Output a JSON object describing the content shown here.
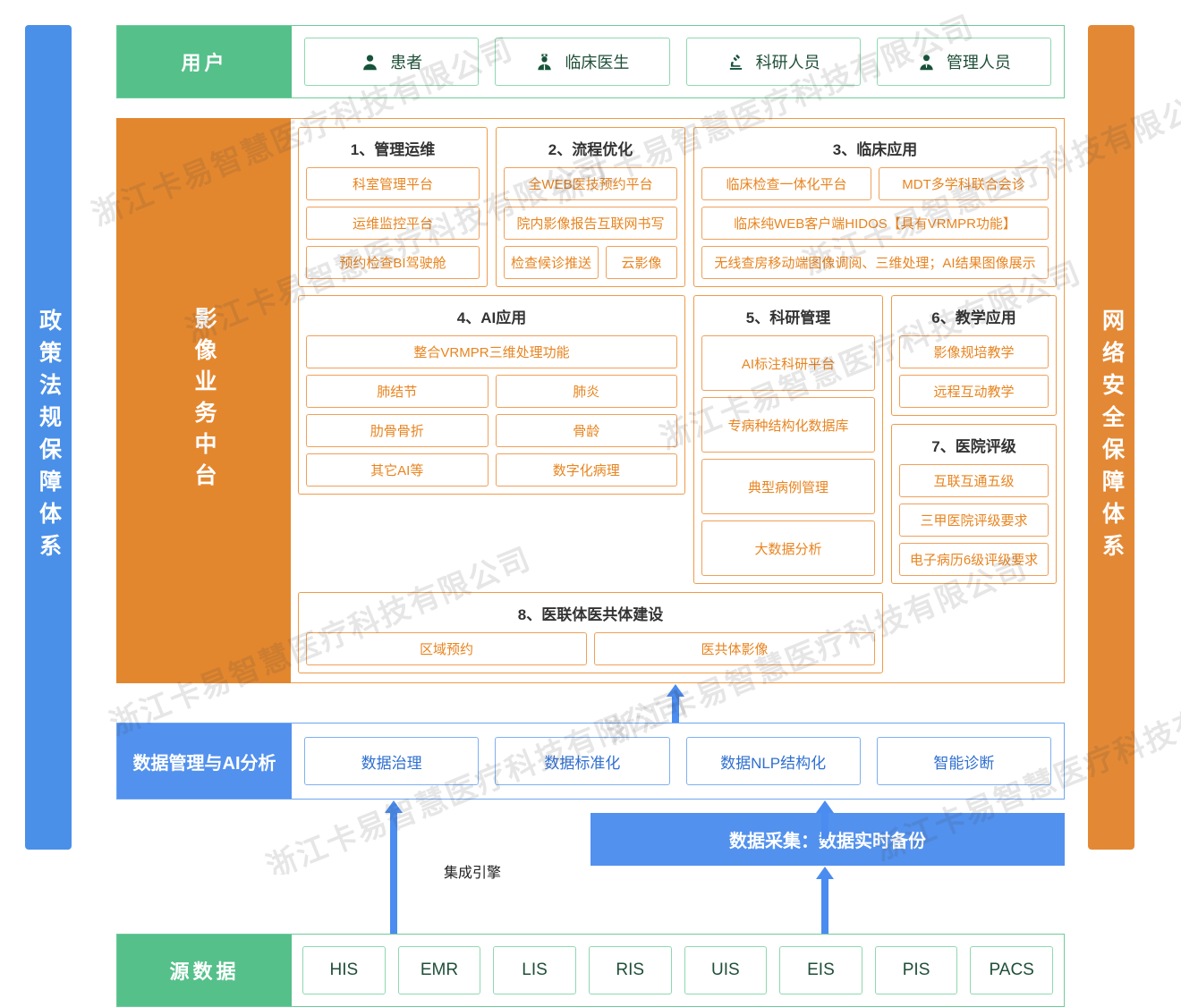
{
  "left_bar": {
    "label": "政策法规保障体系",
    "color": "#4a90e8"
  },
  "right_bar": {
    "label": "网络安全保障体系",
    "color": "#e38935"
  },
  "users_band": {
    "label": "用户",
    "color": "#55c08a",
    "items": [
      {
        "label": "患者",
        "icon": "person-icon"
      },
      {
        "label": "临床医生",
        "icon": "doctor-icon"
      },
      {
        "label": "科研人员",
        "icon": "microscope-icon"
      },
      {
        "label": "管理人员",
        "icon": "manager-icon"
      }
    ]
  },
  "platform": {
    "label": "影像业务中台",
    "color": "#e3872f",
    "groups": [
      {
        "title": "1、管理运维",
        "rows": [
          [
            "科室管理平台"
          ],
          [
            "运维监控平台"
          ],
          [
            "预约检查BI驾驶舱"
          ]
        ]
      },
      {
        "title": "2、流程优化",
        "rows": [
          [
            "全WEB医技预约平台"
          ],
          [
            "院内影像报告互联网书写"
          ],
          [
            "检查候诊推送",
            "云影像"
          ]
        ]
      },
      {
        "title": "3、临床应用",
        "rows": [
          [
            "临床检查一体化平台",
            "MDT多学科联合会诊"
          ],
          [
            "临床纯WEB客户端HIDOS【具有VRMPR功能】"
          ],
          [
            "无线查房移动端图像调阅、三维处理；AI结果图像展示"
          ]
        ]
      },
      {
        "title": "4、AI应用",
        "rows": [
          [
            "整合VRMPR三维处理功能"
          ],
          [
            "肺结节",
            "肺炎"
          ],
          [
            "肋骨骨折",
            "骨龄"
          ],
          [
            "其它AI等",
            "数字化病理"
          ]
        ]
      },
      {
        "title": "5、科研管理",
        "rows": [
          [
            "AI标注科研平台"
          ],
          [
            "专病种结构化数据库"
          ],
          [
            "典型病例管理"
          ],
          [
            "大数据分析"
          ]
        ]
      },
      {
        "title": "6、教学应用",
        "rows": [
          [
            "影像规培教学"
          ],
          [
            "远程互动教学"
          ]
        ]
      },
      {
        "title": "7、医院评级",
        "rows": [
          [
            "互联互通五级"
          ],
          [
            "三甲医院评级要求"
          ],
          [
            "电子病历6级评级要求"
          ]
        ]
      },
      {
        "title": "8、医联体医共体建设",
        "rows": [
          [
            "区域预约",
            "医共体影像"
          ]
        ]
      }
    ]
  },
  "data_band": {
    "label": "数据管理与AI分析",
    "color": "#5291ee",
    "items": [
      "数据治理",
      "数据标准化",
      "数据NLP结构化",
      "智能诊断"
    ]
  },
  "connector": {
    "integration_label": "集成引擎",
    "collect_label": "数据采集：数据实时备份",
    "arrow_color": "#4a8cf0"
  },
  "source_band": {
    "label": "源数据",
    "color": "#55c08a",
    "items": [
      "HIS",
      "EMR",
      "LIS",
      "RIS",
      "UIS",
      "EIS",
      "PIS",
      "PACS"
    ]
  },
  "watermark": {
    "text": "浙江卡易智慧医疗科技有限公司"
  }
}
